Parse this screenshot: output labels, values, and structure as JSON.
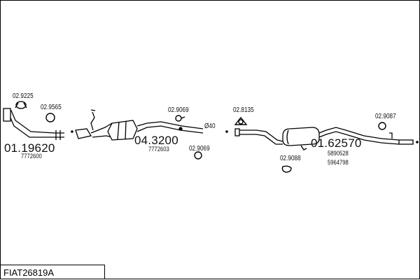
{
  "diagram": {
    "code": "FIAT26819A",
    "assemblies": [
      {
        "part_no": "01.19620",
        "oem": [
          "7772600"
        ]
      },
      {
        "part_no": "04.3200",
        "oem": [
          "7772603"
        ]
      },
      {
        "part_no": "01.62570",
        "oem": [
          "5890528",
          "5964798"
        ]
      }
    ],
    "accessories": [
      {
        "part_no": "02.9225"
      },
      {
        "part_no": "02.9565"
      },
      {
        "part_no": "02.9069"
      },
      {
        "part_no": "02.9069"
      },
      {
        "part_no": "02.8135"
      },
      {
        "part_no": "02.9087"
      },
      {
        "part_no": "02.9088"
      }
    ],
    "dimension": "Ø40",
    "colors": {
      "line": "#000000",
      "background": "#ffffff"
    }
  }
}
